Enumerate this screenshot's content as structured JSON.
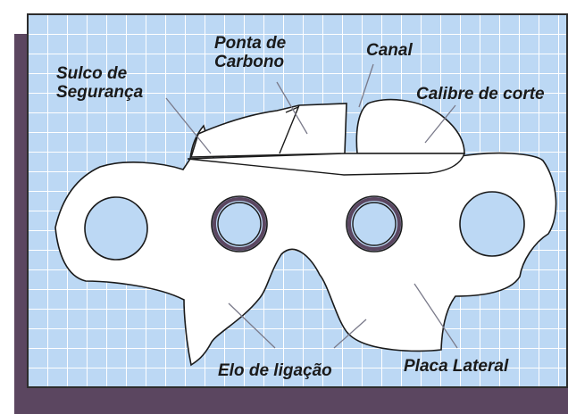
{
  "labels": {
    "sulco_line1": "Sulco de",
    "sulco_line2": "Segurança",
    "ponta_line1": "Ponta de",
    "ponta_line2": "Carbono",
    "canal": "Canal",
    "calibre": "Calibre de corte",
    "elo": "Elo de ligação",
    "placa": "Placa Lateral"
  },
  "colors": {
    "background": "#bcd8f4",
    "grid": "#ffffff",
    "shadow": "#5b4660",
    "outline": "#1a1a1a",
    "part_fill": "#ffffff",
    "leader": "#7a7a8a"
  }
}
